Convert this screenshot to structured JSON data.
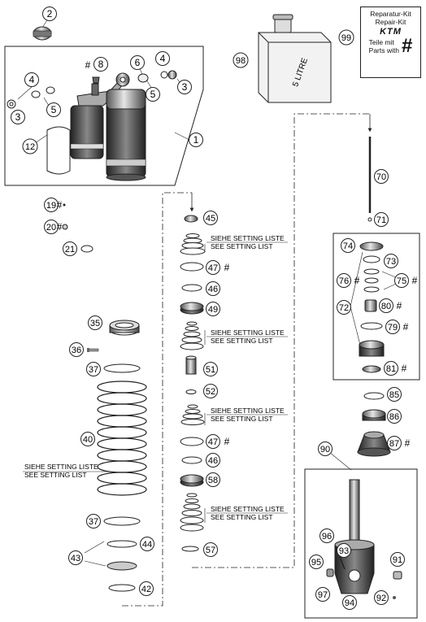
{
  "setting_note": {
    "de": "SIEHE SETTING LISTE",
    "en": "SEE SETTING LIST"
  },
  "hash": "#",
  "oil_can_label": "5 LITRE",
  "repair_kit": {
    "line1": "Reparatur-Kit",
    "line2": "Repair-Kit",
    "brand": "KTM",
    "line3": "Teile mit",
    "line4": "Parts with"
  },
  "callouts": {
    "c1": "1",
    "c2": "2",
    "c3a": "3",
    "c3b": "3",
    "c4a": "4",
    "c4b": "4",
    "c5a": "5",
    "c5b": "5",
    "c6": "6",
    "c8": "8",
    "c12": "12",
    "c19": "19",
    "c20": "20",
    "c21": "21",
    "c35": "35",
    "c36": "36",
    "c37a": "37",
    "c37b": "37",
    "c40": "40",
    "c42": "42",
    "c43": "43",
    "c44": "44",
    "c45": "45",
    "c46a": "46",
    "c46b": "46",
    "c47a": "47",
    "c47b": "47",
    "c49": "49",
    "c51": "51",
    "c52": "52",
    "c57": "57",
    "c58": "58",
    "c70": "70",
    "c71": "71",
    "c72": "72",
    "c73": "73",
    "c74": "74",
    "c75": "75",
    "c76": "76",
    "c79": "79",
    "c80": "80",
    "c81": "81",
    "c85": "85",
    "c86": "86",
    "c87": "87",
    "c90": "90",
    "c91": "91",
    "c92": "92",
    "c93": "93",
    "c94": "94",
    "c95": "95",
    "c96": "96",
    "c97": "97",
    "c98": "98",
    "c99": "99"
  }
}
